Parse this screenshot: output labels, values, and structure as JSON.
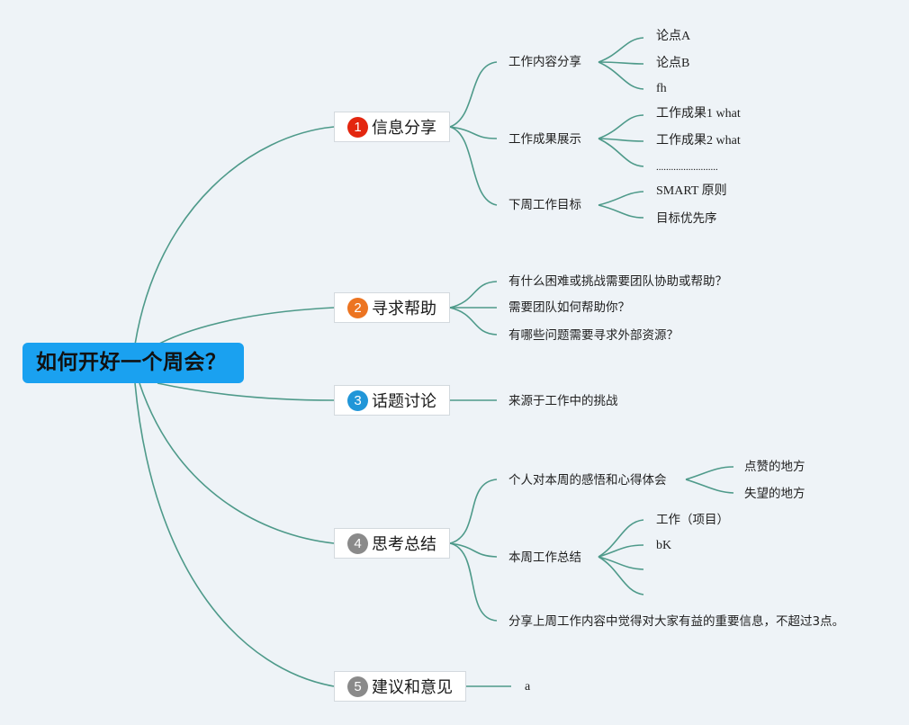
{
  "root": {
    "title": "如何开好一个周会？"
  },
  "branches": [
    {
      "number": "1",
      "badge_color": "#e3260f",
      "label": "信息分享",
      "children": [
        {
          "label": "工作内容分享",
          "children": [
            "论点A",
            "论点B",
            "fh"
          ]
        },
        {
          "label": "工作成果展示",
          "children": [
            "工作成果1 what",
            "工作成果2 what",
            "........................."
          ]
        },
        {
          "label": "下周工作目标",
          "children": [
            "SMART 原则",
            "目标优先序"
          ]
        }
      ]
    },
    {
      "number": "2",
      "badge_color": "#ec7421",
      "label": "寻求帮助",
      "children": [
        {
          "label": "有什么困难或挑战需要团队协助或帮助？"
        },
        {
          "label": "需要团队如何帮助你？"
        },
        {
          "label": "有哪些问题需要寻求外部资源？"
        }
      ]
    },
    {
      "number": "3",
      "badge_color": "#2196d8",
      "label": "话题讨论",
      "children": [
        {
          "label": "来源于工作中的挑战"
        }
      ]
    },
    {
      "number": "4",
      "badge_color": "#8a8a8a",
      "label": "思考总结",
      "children": [
        {
          "label": "个人对本周的感悟和心得体会",
          "children": [
            "点赞的地方",
            "失望的地方"
          ]
        },
        {
          "label": "本周工作总结",
          "children": [
            "工作（项目）",
            "bK",
            "",
            ""
          ]
        },
        {
          "label": "分享上周工作内容中觉得对大家有益的重要信息，不超过3点。"
        }
      ]
    },
    {
      "number": "5",
      "badge_color": "#8a8a8a",
      "label": "建议和意见",
      "children": [
        {
          "label": "a"
        }
      ]
    }
  ]
}
